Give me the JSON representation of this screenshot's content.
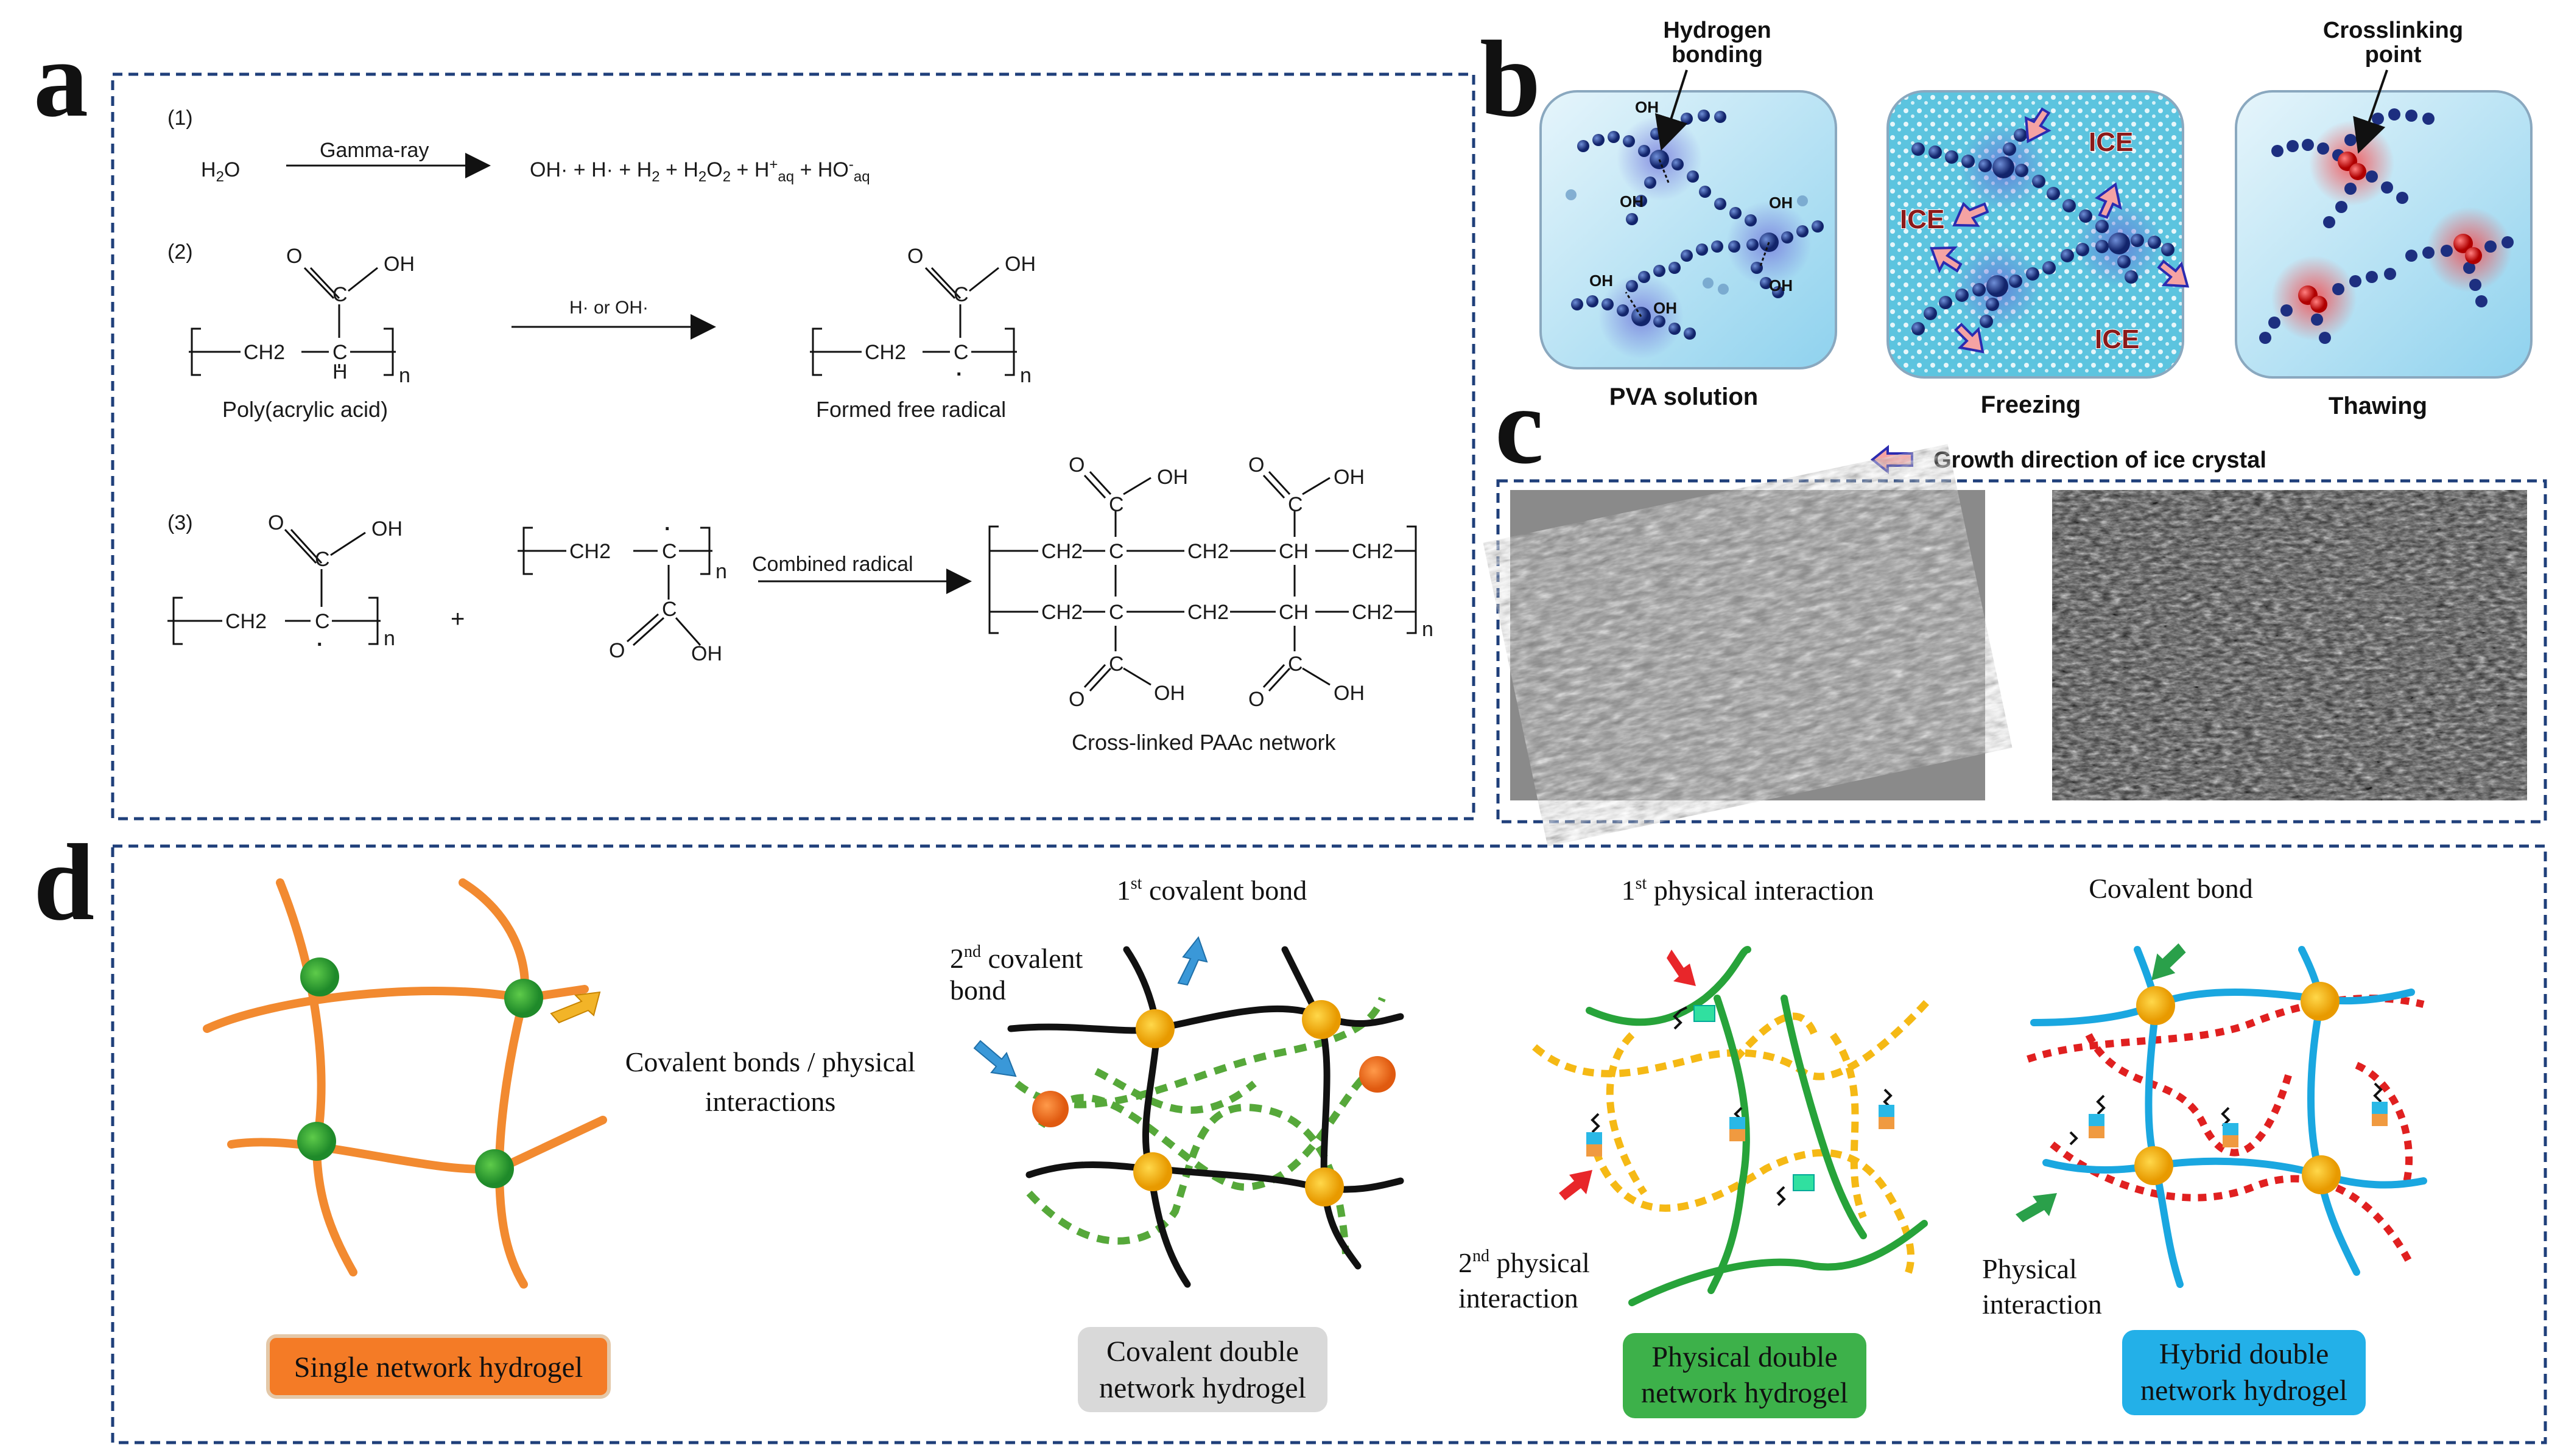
{
  "panels": {
    "a": "a",
    "b": "b",
    "c": "c",
    "d": "d"
  },
  "a": {
    "step1": "(1)",
    "step2": "(2)",
    "step3": "(3)",
    "water": "H2O",
    "gamma": "Gamma-ray",
    "products": "OH· + H· + H2 + H2O2 + H+aq + HO-aq",
    "radical_reagent": "H· or OH·",
    "paa_name": "Poly(acrylic acid)",
    "free_radical_name": "Formed free radical",
    "combined": "Combined radical",
    "network_name": "Cross-linked PAAc network",
    "oh": "OH",
    "o": "O",
    "c": "C",
    "h": "H",
    "ch2": "CH2",
    "ch": "CH",
    "n": "n",
    "dot": "·",
    "plus": "+"
  },
  "b": {
    "hydrogen_bonding": "Hydrogen bonding",
    "crosslinking_point": "Crosslinking point",
    "pva_solution": "PVA solution",
    "freezing": "Freezing",
    "thawing": "Thawing",
    "ice": "ICE",
    "oh": "OH"
  },
  "c": {
    "growth_direction": "Growth direction of ice crystal"
  },
  "d": {
    "covalent_physical": "Covalent bonds / physical interactions",
    "first_covalent": "1st covalent bond",
    "second_covalent": "2nd covalent bond",
    "first_physical": "1st physical interaction",
    "second_physical": "2nd physical interaction",
    "covalent_bond": "Covalent bond",
    "physical_interaction": "Physical interaction",
    "labels": [
      "Single network hydrogel",
      "Covalent double network hydrogel",
      "Physical double network hydrogel",
      "Hybrid double network hydrogel"
    ]
  },
  "colors": {
    "frame": "#1f3f7a",
    "orange_chain": "#f28a30",
    "green_node": "#3aa23a",
    "yellow_node": "#f5b915",
    "green_chain": "#22a33a",
    "blue_chain": "#18a9e1",
    "red_dotted": "#e02020",
    "label_single": "#f47b26",
    "label_covalent": "#d9d9d9",
    "label_physical": "#3db14a",
    "label_hybrid": "#23b0e8"
  }
}
